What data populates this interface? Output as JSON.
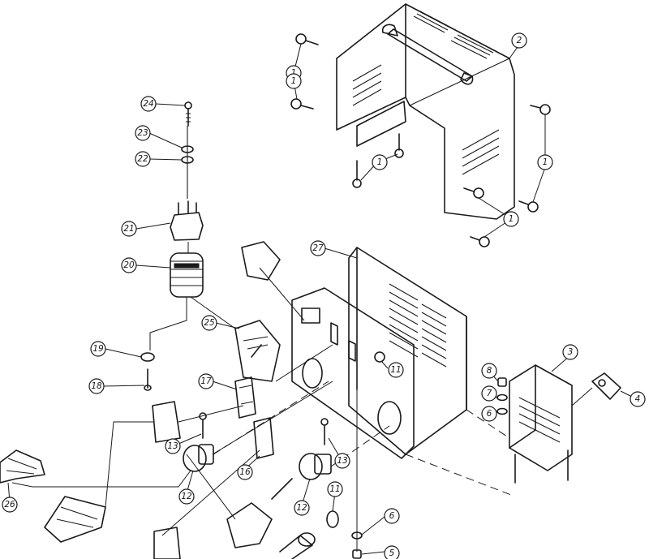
{
  "callouts": [
    {
      "label": "1"
    },
    {
      "label": "1"
    },
    {
      "label": "1"
    },
    {
      "label": "1"
    },
    {
      "label": "1"
    },
    {
      "label": "2"
    },
    {
      "label": "3"
    },
    {
      "label": "4"
    },
    {
      "label": "8"
    },
    {
      "label": "7"
    },
    {
      "label": "6"
    },
    {
      "label": "27"
    },
    {
      "label": "24"
    },
    {
      "label": "23"
    },
    {
      "label": "22"
    },
    {
      "label": "21"
    },
    {
      "label": "20"
    },
    {
      "label": "25"
    },
    {
      "label": "19"
    },
    {
      "label": "18"
    },
    {
      "label": "17"
    },
    {
      "label": "11"
    },
    {
      "label": "13"
    },
    {
      "label": "12"
    },
    {
      "label": "16"
    },
    {
      "label": "13"
    },
    {
      "label": "12"
    },
    {
      "label": "11"
    },
    {
      "label": "6"
    },
    {
      "label": "26"
    },
    {
      "label": "5"
    }
  ]
}
